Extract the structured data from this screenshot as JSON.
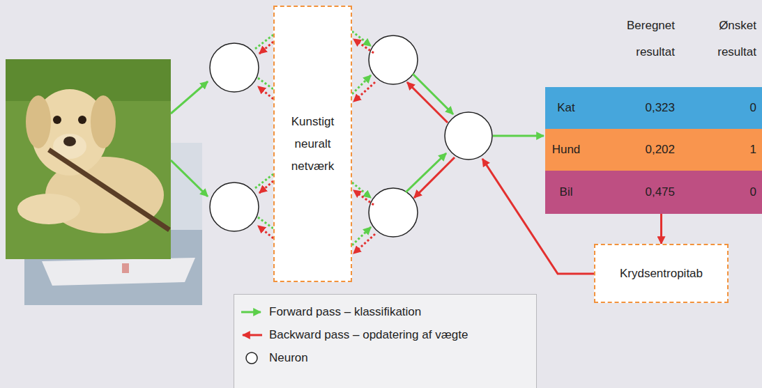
{
  "diagram": {
    "nodes": [
      {
        "text": [
          "Kunstigt neuralt netværk"
        ]
      },
      {
        "text": [
          "Kat",
          "0,323",
          "0"
        ]
      },
      {
        "text": [
          "Hund",
          "0,202",
          "1"
        ]
      },
      {
        "text": [
          "Bil",
          "0,475",
          "0"
        ]
      },
      {
        "text": [
          "Krydsentropitab"
        ]
      }
    ],
    "edges": [
      {
        "from": 3,
        "to": 4,
        "arrow": "to"
      }
    ],
    "labels": [
      "Beregnet resultat",
      "Ønsket resultat"
    ],
    "legend": [
      {
        "text": "Forward pass – klassifikation"
      },
      {
        "text": "Backward pass – opdatering af vægte"
      },
      {
        "text": "Neuron"
      }
    ]
  }
}
